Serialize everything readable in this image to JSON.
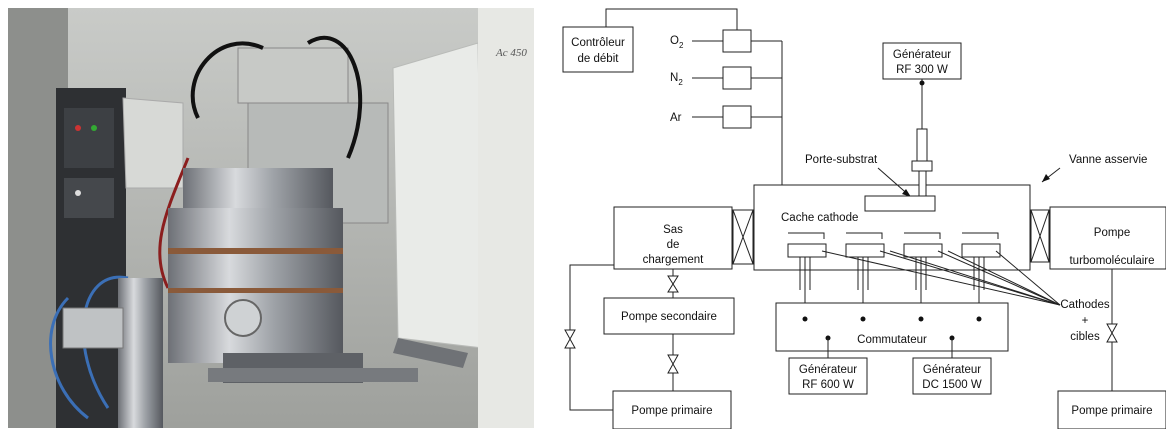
{
  "photo": {
    "label_text": "Ac 450"
  },
  "diagram": {
    "controleur": [
      "Contrôleur",
      "de débit"
    ],
    "gases": {
      "o2_main": "O",
      "o2_sub": "2",
      "n2_main": "N",
      "n2_sub": "2",
      "ar": "Ar"
    },
    "gen_rf300": [
      "Générateur",
      "RF 300 W"
    ],
    "porte_substrat": "Porte-substrat",
    "vanne": "Vanne asservie",
    "sas": [
      "Sas",
      "de",
      "chargement"
    ],
    "cache": "Cache cathode",
    "pompe_turbo": [
      "Pompe",
      "turbomoléculaire"
    ],
    "pompe_secondaire": "Pompe secondaire",
    "cathodes": [
      "Cathodes",
      "+",
      "cibles"
    ],
    "commutateur": "Commutateur",
    "gen_rf600": [
      "Générateur",
      "RF 600 W"
    ],
    "gen_dc1500": [
      "Générateur",
      "DC 1500 W"
    ],
    "pompe_primaire_left": "Pompe primaire",
    "pompe_primaire_right": "Pompe primaire"
  }
}
